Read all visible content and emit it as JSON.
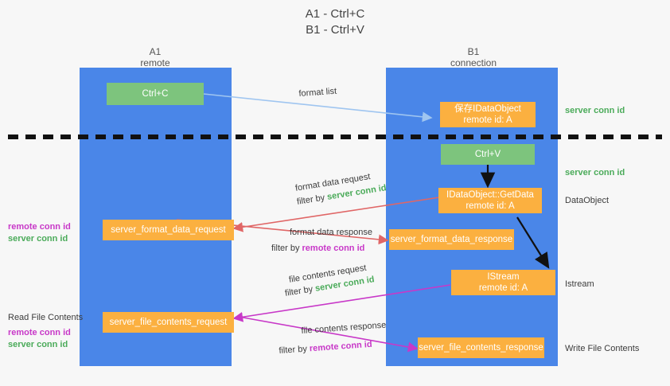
{
  "title": {
    "line1": "A1 - Ctrl+C",
    "line2": "B1 - Ctrl+V"
  },
  "columns": [
    {
      "name": "A1",
      "sub": "remote"
    },
    {
      "name": "B1",
      "sub": "connection"
    }
  ],
  "boxes": {
    "ctrl_c": "Ctrl+C",
    "ctrl_v": "Ctrl+V",
    "save_idataobject": {
      "line1": "保存IDataObject",
      "line2": "remote id: A"
    },
    "getdata": {
      "line1": "IDataObject::GetData",
      "line2": "remote id: A"
    },
    "istream": {
      "line1": "IStream",
      "line2": "remote id: A"
    },
    "server_format_data_request": "server_format_data_request",
    "server_format_data_response": "server_format_data_response",
    "server_file_contents_request": "server_file_contents_request",
    "server_file_contents_response": "server_file_contents_response"
  },
  "arrow_labels": {
    "format_list": "format list",
    "format_data_request": "format data request",
    "format_data_request_filter_prefix": "filter by ",
    "format_data_request_filter_key": "server conn id",
    "format_data_response": "format data response",
    "format_data_response_filter_prefix": "filter by ",
    "format_data_response_filter_key": "remote conn id",
    "file_contents_request": "file contents request",
    "file_contents_request_filter_prefix": "filter by ",
    "file_contents_request_filter_key": "server conn id",
    "file_contents_response": "file contents response",
    "file_contents_response_filter_prefix": "filter by ",
    "file_contents_response_filter_key": "remote conn id"
  },
  "right_labels": {
    "server_conn_id_top": "server conn id",
    "server_conn_id_mid": "server conn id",
    "dataobject": "DataObject",
    "istream": "Istream",
    "write_file_contents": "Write File Contents"
  },
  "left_labels": {
    "remote_conn_id_1": "remote conn id",
    "server_conn_id_1": "server conn id",
    "read_file_contents": "Read File Contents",
    "remote_conn_id_2": "remote conn id",
    "server_conn_id_2": "server conn id"
  },
  "colors": {
    "lane": "#4a86e8",
    "green_box": "#7dc47d",
    "orange_box": "#fbb040",
    "arrow_blue": "#9fc5f0",
    "arrow_red": "#e06666",
    "arrow_magenta": "#c838c8",
    "arrow_black": "#111111",
    "green_text": "#4bab5a",
    "pink_text": "#c838c8",
    "background": "#f7f7f7"
  }
}
